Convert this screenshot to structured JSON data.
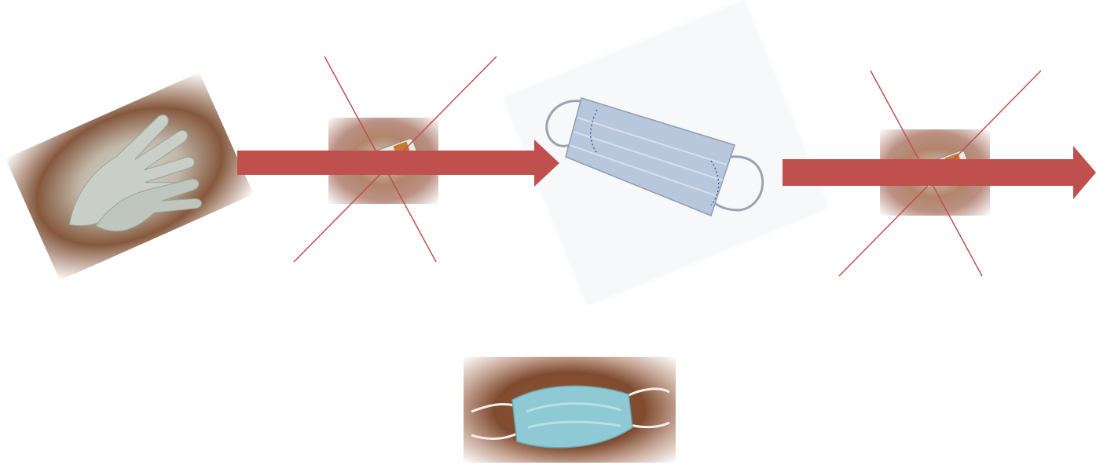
{
  "diagram": {
    "steps": [
      {
        "id": "gloves",
        "icon": "gloves-photo"
      },
      {
        "id": "sanitizer-1",
        "icon": "hand-sanitizer-photo",
        "crossed_out": true
      },
      {
        "id": "surgical-mask",
        "icon": "surgical-mask-photo"
      },
      {
        "id": "sanitizer-2",
        "icon": "hand-sanitizer-photo",
        "crossed_out": true
      }
    ],
    "bottom_item": {
      "id": "used-mask",
      "icon": "used-mask-photo"
    },
    "colors": {
      "arrow": "#c0504d",
      "cross": "#c0504d",
      "background": "#ffffff"
    }
  }
}
